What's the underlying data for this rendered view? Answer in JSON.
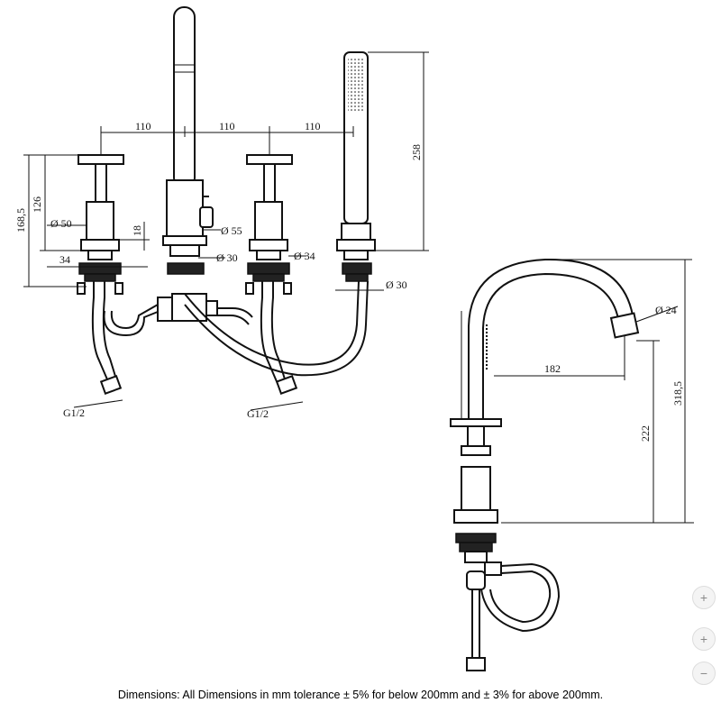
{
  "dimensions": {
    "left": {
      "spacing_1": "110",
      "spacing_2": "110",
      "spacing_3": "110",
      "height_total": "168,5",
      "height_handle": "126",
      "handshower_height": "258",
      "dia_valve": "Ø 50",
      "height_18": "18",
      "dia_spout_body": "Ø 55",
      "dim_34_left": "34",
      "dia_30_center": "Ø 30",
      "dia_34_right": "Ø 34",
      "dia_30_hand": "Ø 30",
      "thread_left": "G1/2",
      "thread_right": "G1/2"
    },
    "right": {
      "dia_outlet": "Ø 24",
      "reach": "182",
      "height_222": "222",
      "height_total": "318,5"
    }
  },
  "caption": "Dimensions: All Dimensions in mm tolerance ± 5% for below 200mm and ± 3% for above 200mm.",
  "controls": {
    "zoom_in": "+",
    "zoom_reset": "+",
    "zoom_out": "−"
  }
}
